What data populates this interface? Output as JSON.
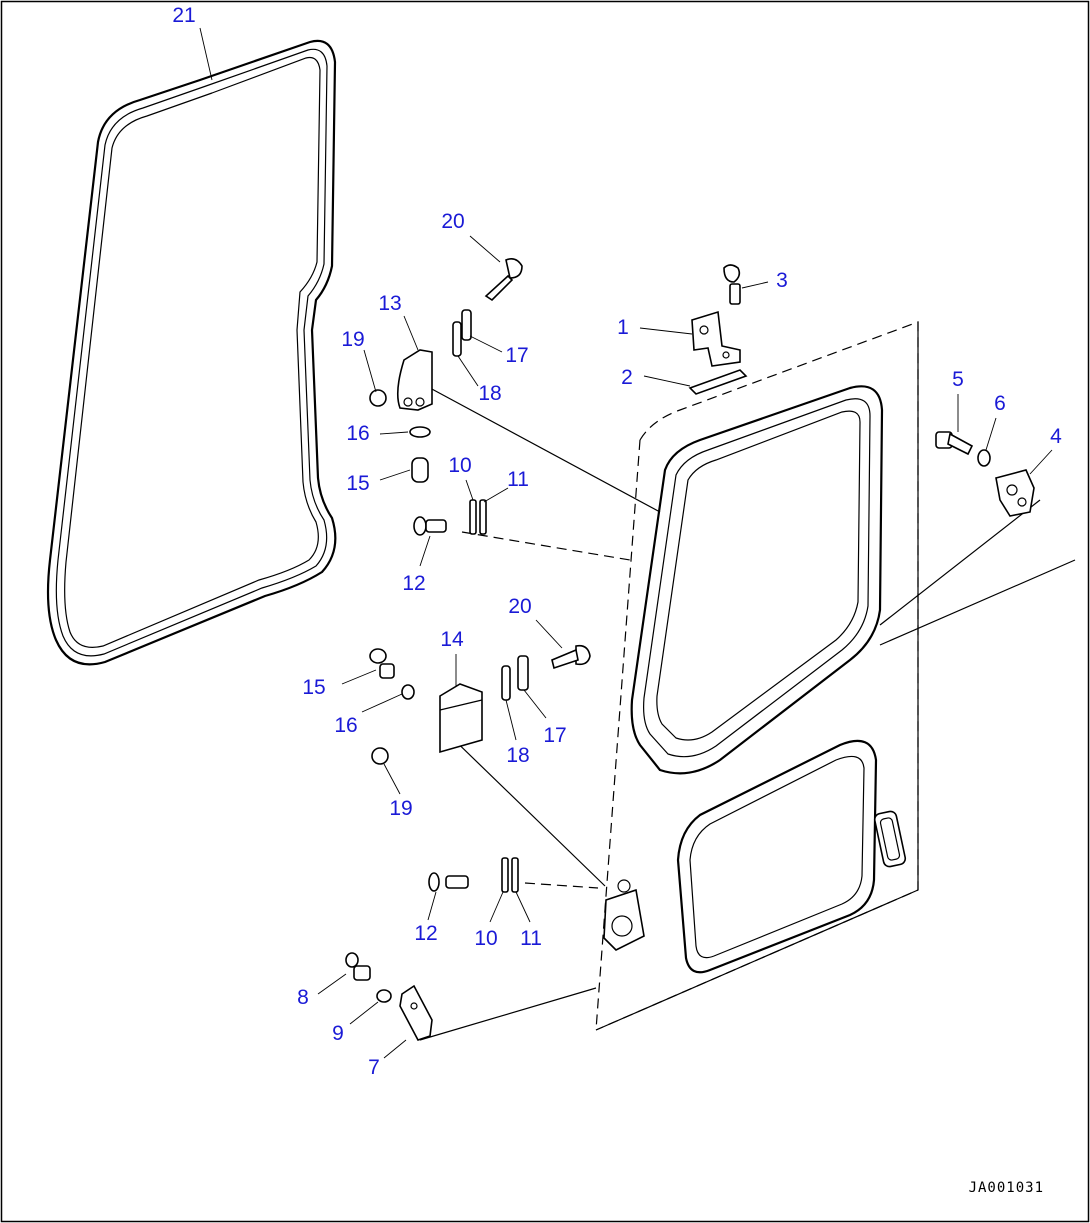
{
  "document_id": "JA001031",
  "callouts": {
    "c1": "1",
    "c2": "2",
    "c3": "3",
    "c4": "4",
    "c5": "5",
    "c6": "6",
    "c7": "7",
    "c8": "8",
    "c9": "9",
    "c10a": "10",
    "c10b": "10",
    "c11a": "11",
    "c11b": "11",
    "c12a": "12",
    "c12b": "12",
    "c13": "13",
    "c14": "14",
    "c15a": "15",
    "c15b": "15",
    "c16a": "16",
    "c16b": "16",
    "c17a": "17",
    "c17b": "17",
    "c18a": "18",
    "c18b": "18",
    "c19a": "19",
    "c19b": "19",
    "c20a": "20",
    "c20b": "20",
    "c21": "21"
  }
}
